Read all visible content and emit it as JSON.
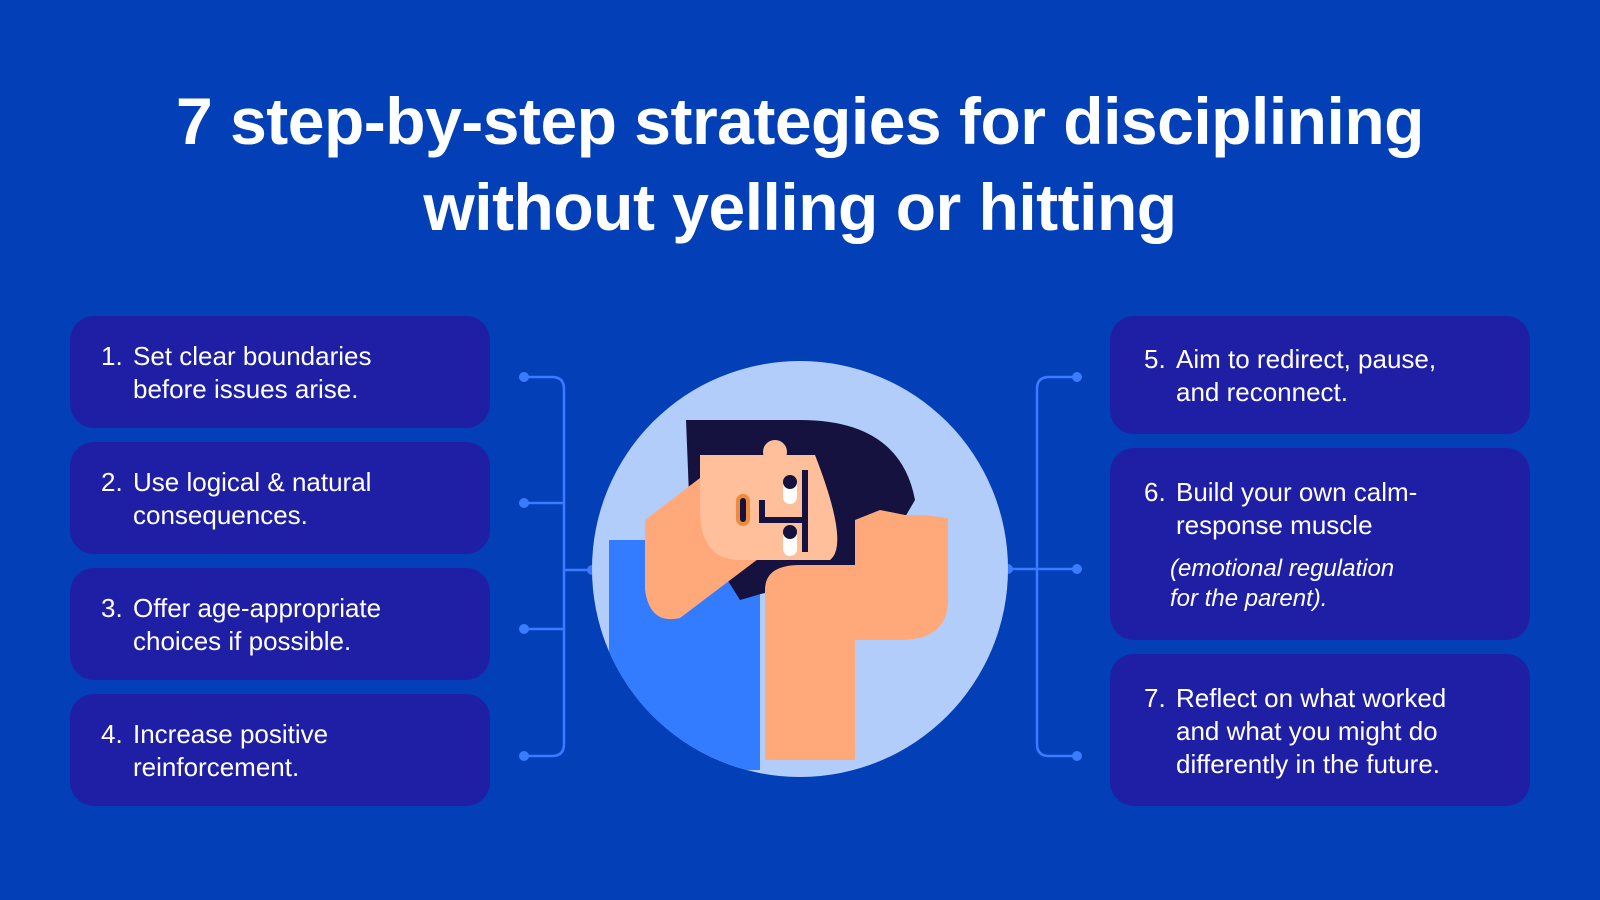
{
  "title": {
    "line1": "7 step-by-step strategies for disciplining",
    "line2": "without yelling or hitting"
  },
  "left_items": [
    {
      "num": "1.",
      "text": "Set clear boundaries\nbefore issues arise."
    },
    {
      "num": "2.",
      "text": "Use logical & natural\nconsequences."
    },
    {
      "num": "3.",
      "text": "Offer age-appropriate\nchoices if possible."
    },
    {
      "num": "4.",
      "text": "Increase positive\nreinforcement."
    }
  ],
  "right_items": [
    {
      "num": "5.",
      "text": "Aim to redirect, pause,\nand reconnect."
    },
    {
      "num": "6.",
      "text": "Build your own calm-\nresponse muscle",
      "note": "(emotional regulation\nfor the parent)."
    },
    {
      "num": "7.",
      "text": "Reflect on what worked\nand what you might do\ndifferently in the future."
    }
  ],
  "colors": {
    "background": "#0340b8",
    "card": "#1f1fa6",
    "connector": "#3b7bff",
    "circle": "#b3cdfb",
    "skin": "#ffa87a",
    "hair": "#15123f",
    "shirt": "#347cff"
  },
  "illustration": {
    "icon": "stressed-parent-illustration"
  }
}
